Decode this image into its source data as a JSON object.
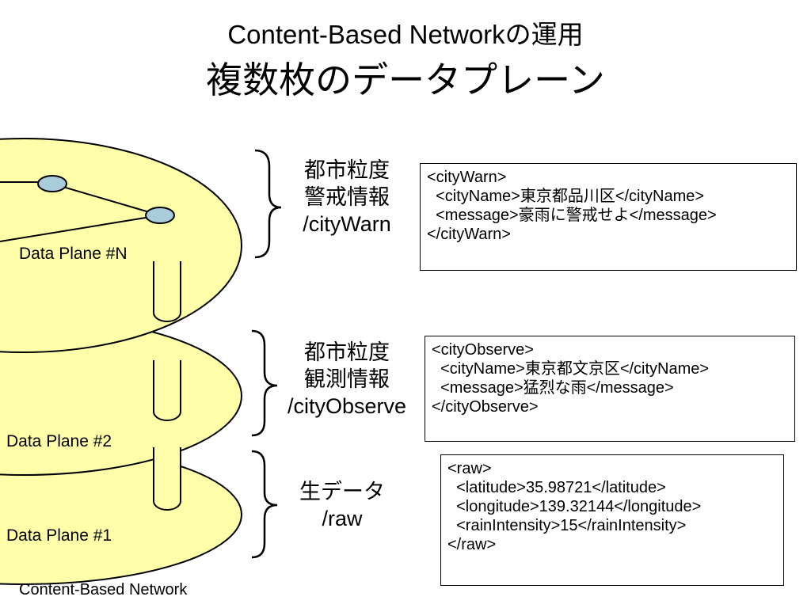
{
  "title": {
    "line1": "Content-Based Networkの運用",
    "line2": "複数枚のデータプレーン"
  },
  "planes": [
    {
      "label": "Data Plane #N"
    },
    {
      "label": "Data Plane #2"
    },
    {
      "label": "Data Plane #1"
    }
  ],
  "topics": [
    {
      "line1": "都市粒度",
      "line2": "警戒情報",
      "path": "/cityWarn"
    },
    {
      "line1": "都市粒度",
      "line2": "観測情報",
      "path": "/cityObserve"
    },
    {
      "line1": "生データ",
      "path": "/raw"
    }
  ],
  "xml": {
    "warn": [
      "<cityWarn>",
      "  <cityName>東京都品川区</cityName>",
      "  <message>豪雨に警戒せよ</message>",
      "</cityWarn>"
    ],
    "observe": [
      "<cityObserve>",
      "  <cityName>東京都文京区</cityName>",
      "  <message>猛烈な雨</message>",
      "</cityObserve>"
    ],
    "raw": [
      "<raw>",
      "  <latitude>35.98721</latitude>",
      "  <longitude>139.32144</longitude>",
      "  <rainIntensity>15</rainIntensity>",
      "</raw>"
    ]
  },
  "footer": "Content-Based Network",
  "colors": {
    "plane_fill": "#FFFFAA",
    "node_fill": "#A9CCDB"
  }
}
